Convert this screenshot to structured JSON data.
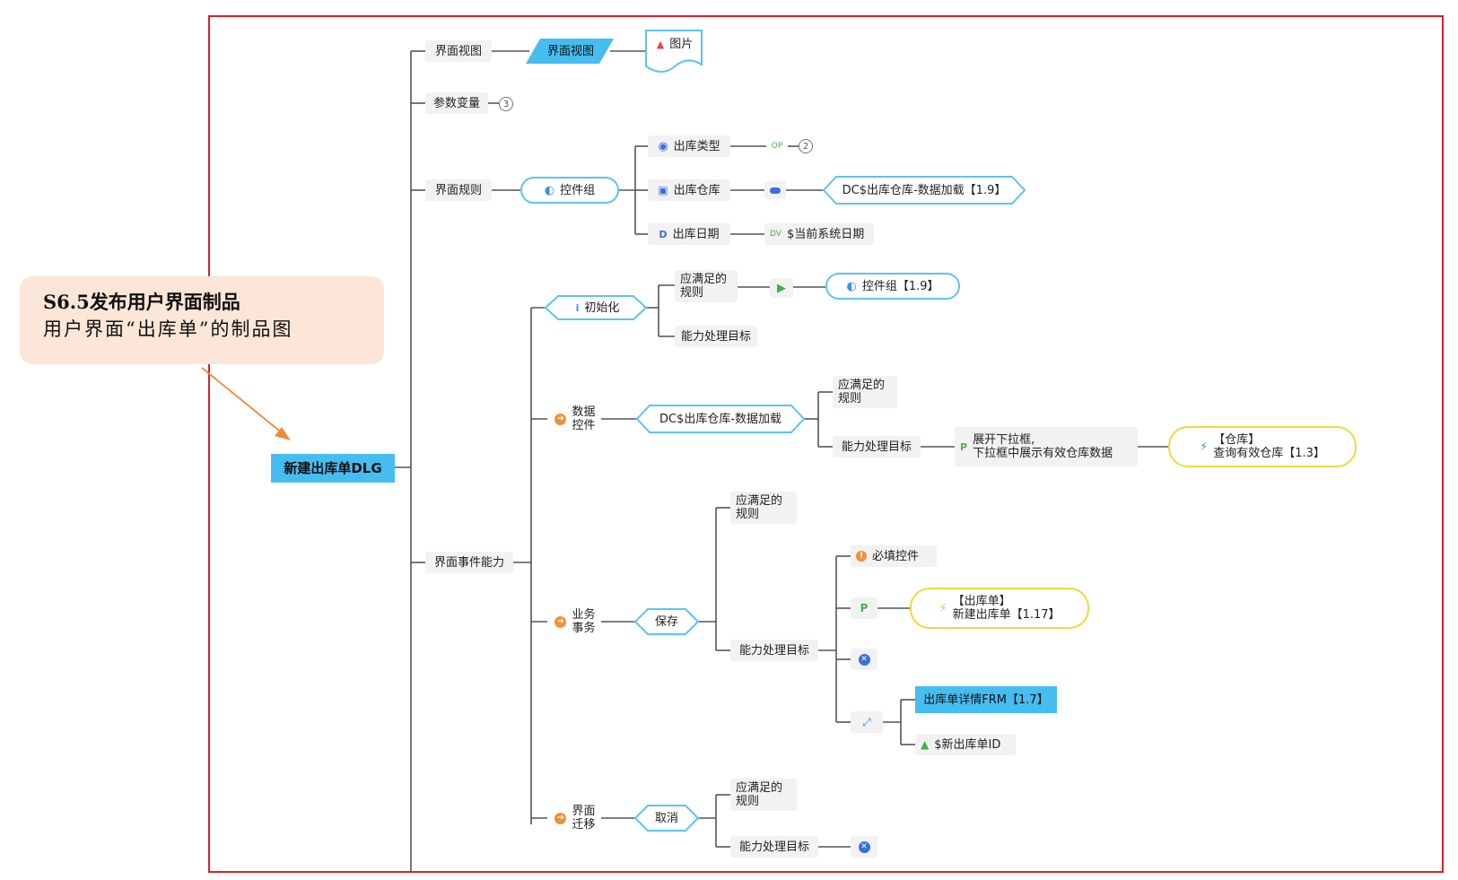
{
  "callout": {
    "title": "S6.5发布用户界面制品",
    "subtitle": "用户界面“出库单”的制品图"
  },
  "root": {
    "label": "新建出库单DLG"
  },
  "branches": {
    "view": {
      "label": "界面视图",
      "child": "界面视图",
      "image_label": "图片"
    },
    "params": {
      "label": "参数变量",
      "count": "3"
    },
    "rules": {
      "label": "界面规则",
      "group": "控件组",
      "items": [
        {
          "label": "出库类型",
          "tag": "OP",
          "count": "2"
        },
        {
          "label": "出库仓库",
          "target": "DC$出库仓库-数据加载【1.9】"
        },
        {
          "label": "出库日期",
          "tag": "DV",
          "value": "$当前系统日期"
        }
      ]
    },
    "events": {
      "label": "界面事件能力",
      "init": {
        "label": "初始化",
        "icon": "i",
        "rule": "应满足的\n规则",
        "target_label": "控件组【1.9】",
        "goal": "能力处理目标"
      },
      "data": {
        "label": "数据\n控件",
        "node": "DC$出库仓库-数据加载",
        "rule": "应满足的\n规则",
        "goal": "能力处理目标",
        "p_label": "展开下拉框,\n下拉框中展示有效仓库数据",
        "capability": "【仓库】\n查询有效仓库【1.3】"
      },
      "business": {
        "label": "业务\n事务",
        "node": "保存",
        "rule": "应满足的\n规则",
        "goal": "能力处理目标",
        "required": "必填控件",
        "capability": "【出库单】\n新建出库单【1.17】",
        "frm": "出库单详情FRM【1.7】",
        "new_id": "$新出库单ID"
      },
      "transition": {
        "label": "界面\n迁移",
        "node": "取消",
        "rule": "应满足的\n规则",
        "goal": "能力处理目标"
      }
    }
  },
  "colors": {
    "frame": "#d9202a",
    "accent_blue": "#46bdf0",
    "pill_blue": "#5cc4ef",
    "pill_yellow": "#f5d63f",
    "orange_icon": "#f0913a",
    "arrow": "#ef8a3c"
  }
}
